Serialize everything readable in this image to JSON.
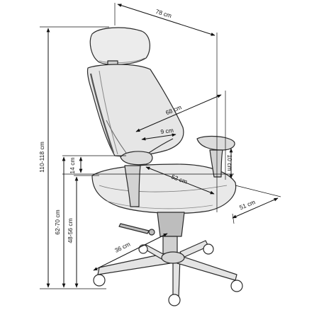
{
  "image": {
    "kind": "office chair dimension drawing",
    "colors": {
      "background": "#ffffff",
      "line": "#111111",
      "chair_outline": "#2a2a2a",
      "chair_fill": "#e9e9e9",
      "chair_dark": "#c9c9c9"
    }
  },
  "dimensions": {
    "overall_width": "78 cm",
    "seat_depth_total": "68 cm",
    "armrest_width": "9 cm",
    "armrest_adjust": "10 cm",
    "armrest_height_over_seat": "14 cm",
    "seat_width": "52 cm",
    "seat_depth": "51 cm",
    "total_height": "110-118 cm",
    "armrest_height": "62-70 cm",
    "seat_height": "48-56 cm",
    "base_radius": "36 cm"
  }
}
